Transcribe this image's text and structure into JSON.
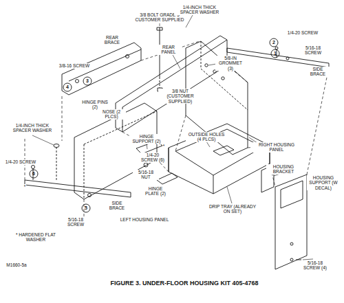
{
  "diagram": {
    "caption": "FIGURE 3.  UNDER-FLOOR HOUSING KIT 405-4768",
    "labels": [
      "3/8 BOLT GRADE 5 CUSTOMER SUPPLIED",
      "1/4-INCH THICK SPACER WASHER",
      "REAR BRACE",
      "REAR PANEL",
      "5/8-IN GROMMET (3)",
      "1/4-20 SCREW",
      "2",
      "5/16-18 SCREW",
      "1",
      "SIDE BRACE",
      "3/8-16 SCREW",
      "3",
      "4",
      "HINGE PINS (2)",
      "NOSE (2 PLCS)",
      "3/8 NUT (CUSTOMER SUPPLIED)",
      "1/4-INCH THICK SPACER WASHER",
      "HINGE SUPPORT (2)",
      "OUTSIDE HOLES (4 PLCS)",
      "RIGHT HOUSING PANEL",
      "1/4-20 SCREW",
      "6",
      "*",
      "1/4-20 SCREW (6)",
      "*",
      "5/16-18 NUT",
      "HINGE PLATE (2)",
      "SIDE BRACE",
      "5",
      "5/16-18 SCREW",
      "LEFT HOUSING PANEL",
      "DRIP TRAY (ALREADY ON SET)",
      "HOUSING BRACKET",
      "HOUSING SUPPORT (W DECAL)",
      "5/16-18 SCREW (4)",
      "* HARDENED FLAT WASHER",
      "M1660-5a"
    ]
  }
}
